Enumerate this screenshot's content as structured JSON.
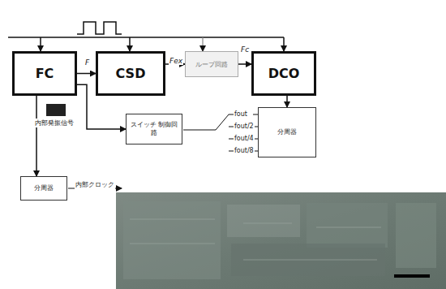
{
  "diagram": {
    "nodes": [
      {
        "text": [
          "FC"
        ]
      },
      {
        "text": [
          "CSD"
        ]
      },
      {
        "text": [
          "ループ回路"
        ]
      },
      {
        "text": [
          "DCO"
        ]
      },
      {
        "text": [
          "スイッチ 制御回路"
        ]
      },
      {
        "text": [
          "分周器"
        ]
      },
      {
        "text": [
          "分周器"
        ]
      }
    ],
    "edges": [
      {
        "from": 0,
        "to": 1,
        "arrow": "to"
      },
      {
        "from": 1,
        "to": 2,
        "arrow": "to"
      },
      {
        "from": 2,
        "to": 3,
        "arrow": "to"
      },
      {
        "from": 3,
        "to": 5,
        "arrow": "to"
      },
      {
        "from": 0,
        "to": 4,
        "arrow": "to"
      },
      {
        "from": 0,
        "to": 6,
        "arrow": "to"
      }
    ],
    "labels": [
      "F",
      "Fex",
      "Fc",
      "fout",
      "fout/2",
      "fout/4",
      "fout/8",
      "内部発振信号",
      "内部クロック"
    ]
  }
}
